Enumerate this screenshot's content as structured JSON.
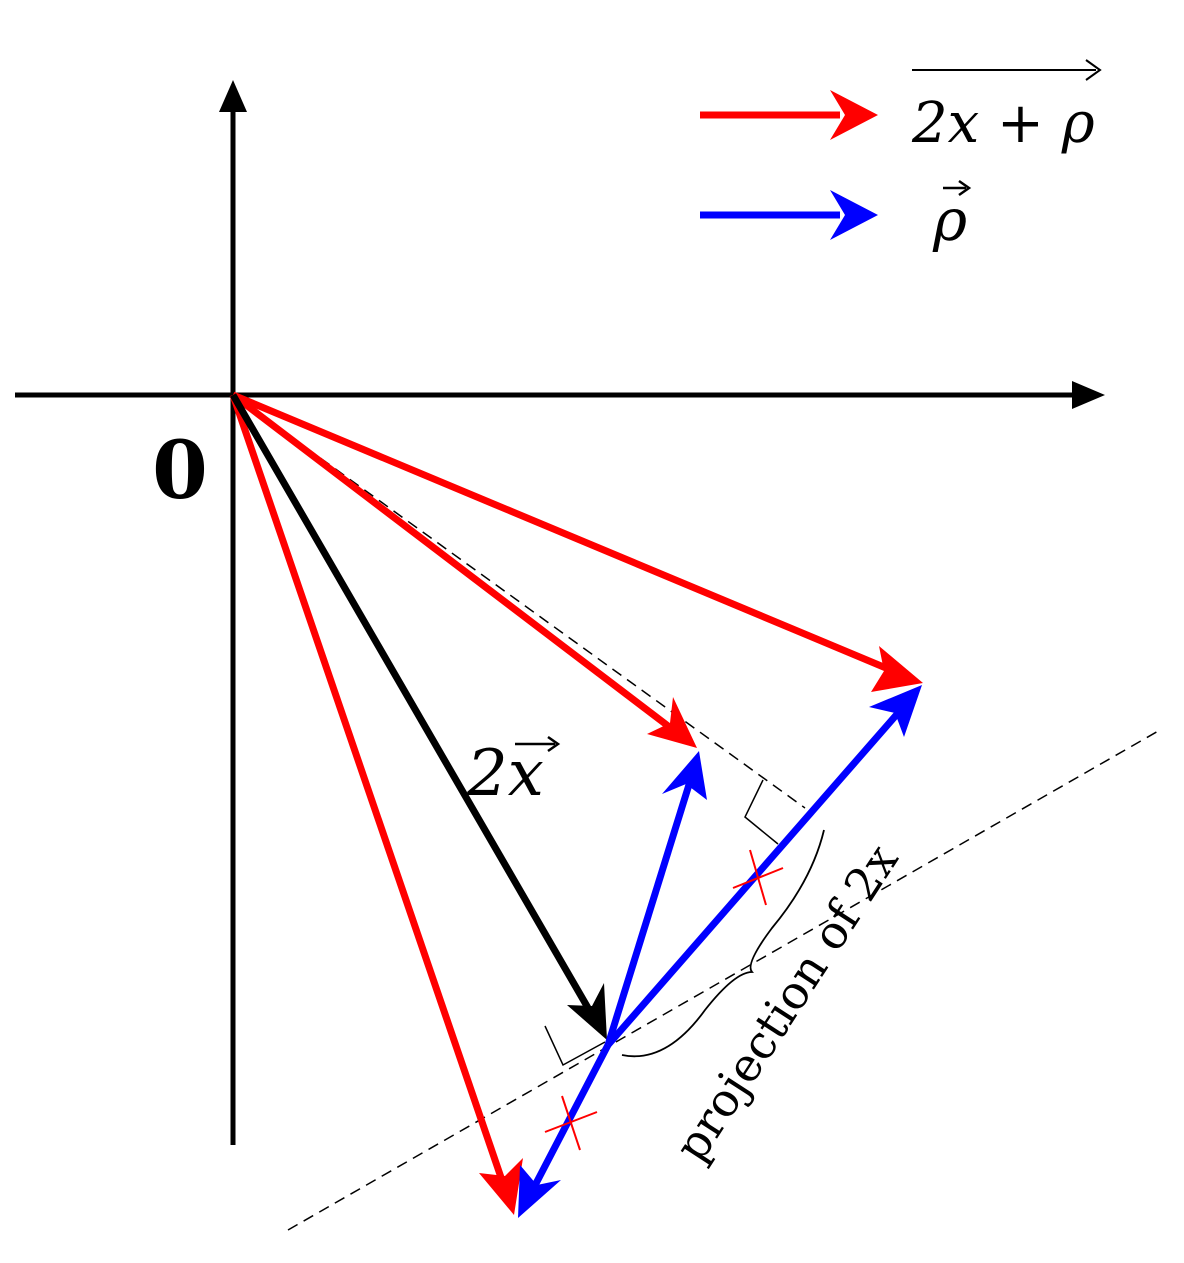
{
  "legend": {
    "red": {
      "label": "2x + ρ",
      "overarrow": true,
      "color": "#ff0000"
    },
    "blue": {
      "label": "ρ",
      "overarrow": true,
      "color": "#0000ff"
    }
  },
  "labels": {
    "origin": "0",
    "two_x": "2x",
    "projection": "projection of 2x"
  },
  "colors": {
    "axis": "#000000",
    "red_vector": "#ff0000",
    "blue_vector": "#0000ff",
    "black_vector": "#000000",
    "tick_mark": "#ff0000"
  }
}
